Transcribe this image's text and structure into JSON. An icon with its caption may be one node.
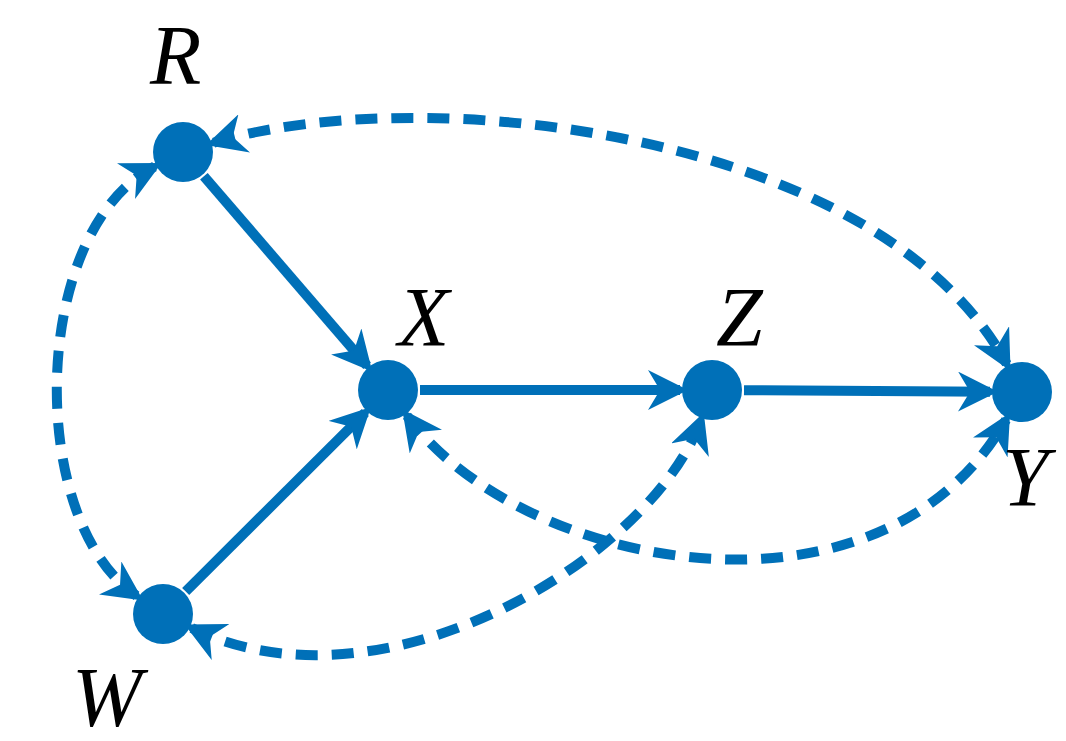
{
  "diagram": {
    "nodes": [
      {
        "text": [
          "R"
        ]
      },
      {
        "text": [
          "X"
        ]
      },
      {
        "text": [
          "Z"
        ]
      },
      {
        "text": [
          "Y"
        ]
      },
      {
        "text": [
          "W"
        ]
      }
    ],
    "edges": [
      {
        "from": 0,
        "to": 1,
        "arrow": "to"
      },
      {
        "from": 4,
        "to": 1,
        "arrow": "to"
      },
      {
        "from": 1,
        "to": 2,
        "arrow": "to"
      },
      {
        "from": 2,
        "to": 3,
        "arrow": "to"
      },
      {
        "from": 0,
        "to": 3,
        "arrow": "both",
        "style": "dashed"
      },
      {
        "from": 0,
        "to": 4,
        "arrow": "both",
        "style": "dashed"
      },
      {
        "from": 1,
        "to": 3,
        "arrow": "both",
        "style": "dashed"
      },
      {
        "from": 4,
        "to": 2,
        "arrow": "both",
        "style": "dashed"
      }
    ]
  }
}
